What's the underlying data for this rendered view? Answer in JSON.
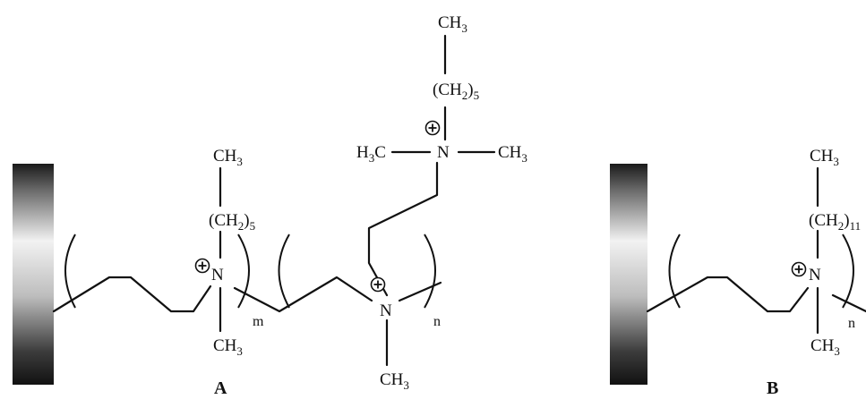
{
  "labels": {
    "a": "A",
    "b": "B"
  },
  "groups": {
    "ch3": "CH",
    "ch3_sub": "3",
    "h3c_h": "H",
    "h3c_c": "C",
    "ch2_open": "(CH",
    "ch2_sub": "2",
    "ch2_close": ")",
    "ch2_count_a": "5",
    "ch2_count_b": "11",
    "nitrogen": "N",
    "m": "m",
    "n": "n"
  },
  "colors": {
    "ink": "#111111",
    "surface_dark": "#1a1a1a",
    "surface_light": "#f4f4f4"
  }
}
